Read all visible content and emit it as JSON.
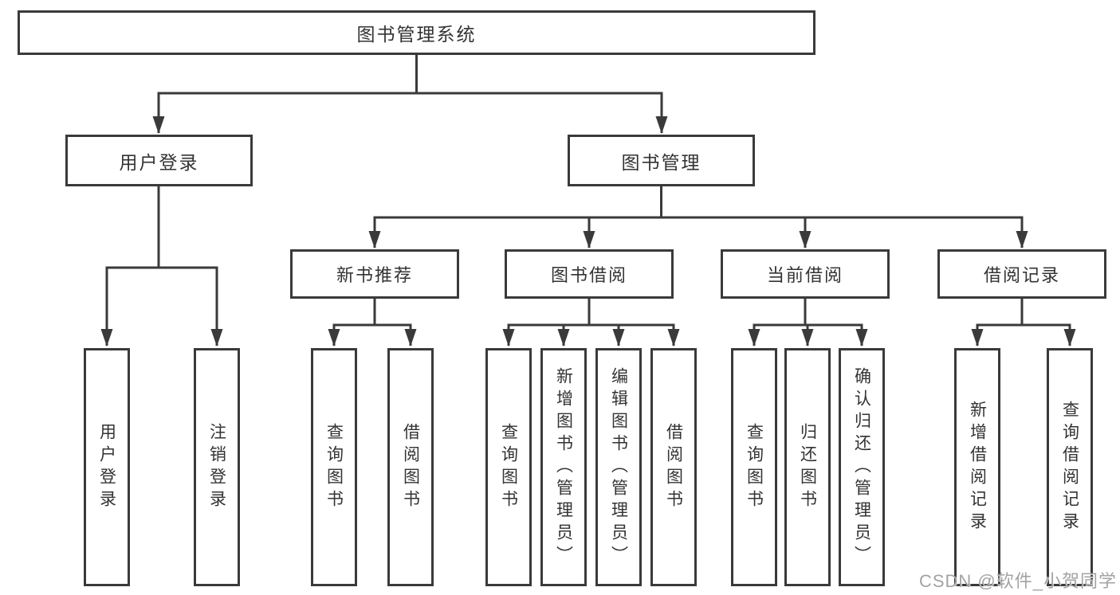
{
  "diagram": {
    "root": {
      "label": "图书管理系统"
    },
    "level2": [
      {
        "label": "用户登录"
      },
      {
        "label": "图书管理"
      }
    ],
    "level3": [
      {
        "label": "新书推荐",
        "parent": "图书管理"
      },
      {
        "label": "图书借阅",
        "parent": "图书管理"
      },
      {
        "label": "当前借阅",
        "parent": "图书管理"
      },
      {
        "label": "借阅记录",
        "parent": "图书管理"
      }
    ],
    "leaves": [
      {
        "label": "用户登录",
        "parent": "用户登录"
      },
      {
        "label": "注销登录",
        "parent": "用户登录"
      },
      {
        "label": "查询图书",
        "parent": "新书推荐"
      },
      {
        "label": "借阅图书",
        "parent": "新书推荐"
      },
      {
        "label": "查询图书",
        "parent": "图书借阅"
      },
      {
        "label": "新增图书（管理员）",
        "parent": "图书借阅"
      },
      {
        "label": "编辑图书（管理员）",
        "parent": "图书借阅"
      },
      {
        "label": "借阅图书",
        "parent": "图书借阅"
      },
      {
        "label": "查询图书",
        "parent": "当前借阅"
      },
      {
        "label": "归还图书",
        "parent": "当前借阅"
      },
      {
        "label": "确认归还（管理员）",
        "parent": "当前借阅"
      },
      {
        "label": "新增借阅记录",
        "parent": "借阅记录"
      },
      {
        "label": "查询借阅记录",
        "parent": "借阅记录"
      }
    ],
    "colors": {
      "line": "#3a3a3a",
      "border": "#3a3a3a",
      "text": "#333333",
      "background": "#ffffff",
      "watermark": "#a3a3a3"
    }
  },
  "watermark": {
    "text": "CSDN @软件_小贺同学"
  }
}
